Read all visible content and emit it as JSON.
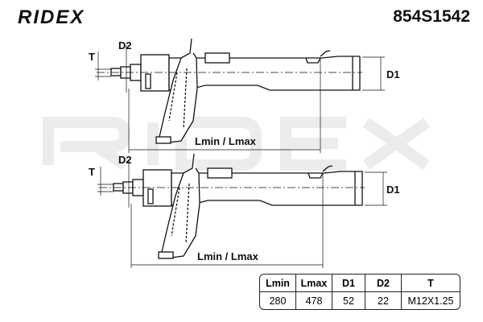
{
  "brand": {
    "logo": "RIDEX",
    "part_number": "854S1542",
    "watermark": "RIDEX"
  },
  "diagram": {
    "labels": {
      "T": "T",
      "D2": "D2",
      "D1": "D1",
      "length": "Lmin / Lmax"
    }
  },
  "spec_table": {
    "headers": [
      "Lmin",
      "Lmax",
      "D1",
      "D2",
      "T"
    ],
    "values": [
      "280",
      "478",
      "52",
      "22",
      "M12X1.25"
    ]
  }
}
